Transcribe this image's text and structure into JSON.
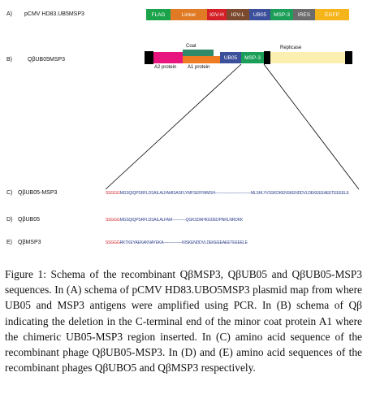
{
  "figure": {
    "row_a": {
      "label_letter": "A)",
      "label": "pCMV HD83.UB5MSP3",
      "segments": [
        {
          "label": "FLAG",
          "color": "#1aa34a"
        },
        {
          "label": "Linker",
          "color": "#e07a24"
        },
        {
          "label": "IGV-H",
          "color": "#d41f26"
        },
        {
          "label": "IGV-L",
          "color": "#7b4a2e"
        },
        {
          "label": "UB05",
          "color": "#3b4f9b"
        },
        {
          "label": "MSP-3",
          "color": "#1a9e58"
        },
        {
          "label": "IRES",
          "color": "#6b6b6b"
        },
        {
          "label": "EGFP",
          "color": "#f5b41a"
        }
      ]
    },
    "row_b": {
      "label_letter": "B)",
      "label": "QβUB05MSP3",
      "coat_label": "Coat",
      "a2_label": "A2 protein",
      "a1_label": "A1 protein",
      "ub05_label": "UB05",
      "msp3_label": "MSP-3",
      "replicase_label": "Replicase",
      "colors": {
        "a2": "#e8157e",
        "coat": "#2f8a6a",
        "a1": "#ef7c22",
        "ub05": "#3b4f9b",
        "msp3": "#1a9e58",
        "replicase": "#fbf0b0"
      }
    },
    "row_c": {
      "label_letter": "C)",
      "label": "QβUB05-MSP3",
      "seq_red": "SSGGG",
      "seq_blue": "MGSQIQPSRFLDSAILALFAMISASFLYMFSEFFMMSH-----------------------------MLSHLYVSSKDKENSKENDDVLDEKEEEAEETEEEELE"
    },
    "row_d": {
      "label_letter": "D)",
      "label": "QβUB05",
      "seq_red": "SSGGG",
      "seq_blue": "MGSQIQPSRFLDSAILALFAM-----------QGKSDAHKGDEDPNRLNRDKK"
    },
    "row_e": {
      "label_letter": "E)",
      "label": "QβMSP3",
      "seq_red": "SSGGG",
      "seq_blue": "RKTKEYAEKAKNAYEKA---------------NISKENDDVLDEKEEEAEETEEEELE"
    }
  },
  "caption": {
    "figure_label": "Figure 1:",
    "text": "Schema of the recombinant QβMSP3, QβUB05 and QβUB05-MSP3 sequences. In (A) schema of pCMV HD83.UBO5MSP3 plasmid map from where UB05 and MSP3 antigens were amplified using PCR. In (B) schema of Qβ indicating the deletion in the C-terminal end of the minor coat protein A1 where the chimeric UB05-MSP3 region inserted. In (C) amino acid sequence of the recombinant phage QβUB05-MSP3. In (D) and (E) amino acid sequences of the recombinant phages QβUBO5 and QβMSP3 respectively."
  }
}
